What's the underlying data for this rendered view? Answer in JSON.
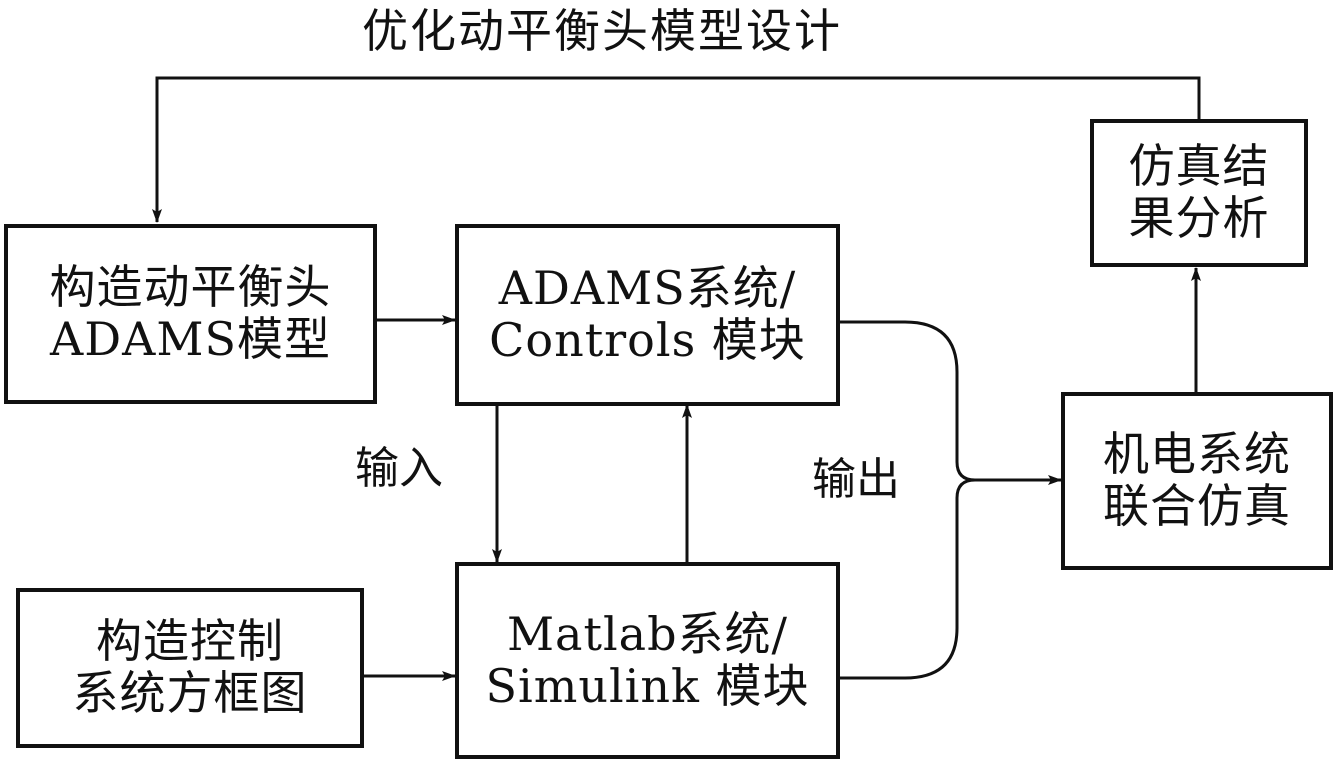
{
  "diagram": {
    "title": "优化动平衡头模型设计",
    "nodes": {
      "adams_model": {
        "lines": [
          "构造动平衡头",
          "ADAMS模型"
        ]
      },
      "adams_controls": {
        "lines": [
          "ADAMS系统/",
          "Controls 模块"
        ]
      },
      "control_diagram": {
        "lines": [
          "构造控制",
          "系统方框图"
        ]
      },
      "matlab_simulink": {
        "lines": [
          "Matlab系统/",
          "Simulink 模块"
        ]
      },
      "co_simulation": {
        "lines": [
          "机电系统",
          "联合仿真"
        ]
      },
      "result_analysis": {
        "lines": [
          "仿真结",
          "果分析"
        ]
      }
    },
    "edge_labels": {
      "input": "输入",
      "output": "输出"
    }
  }
}
